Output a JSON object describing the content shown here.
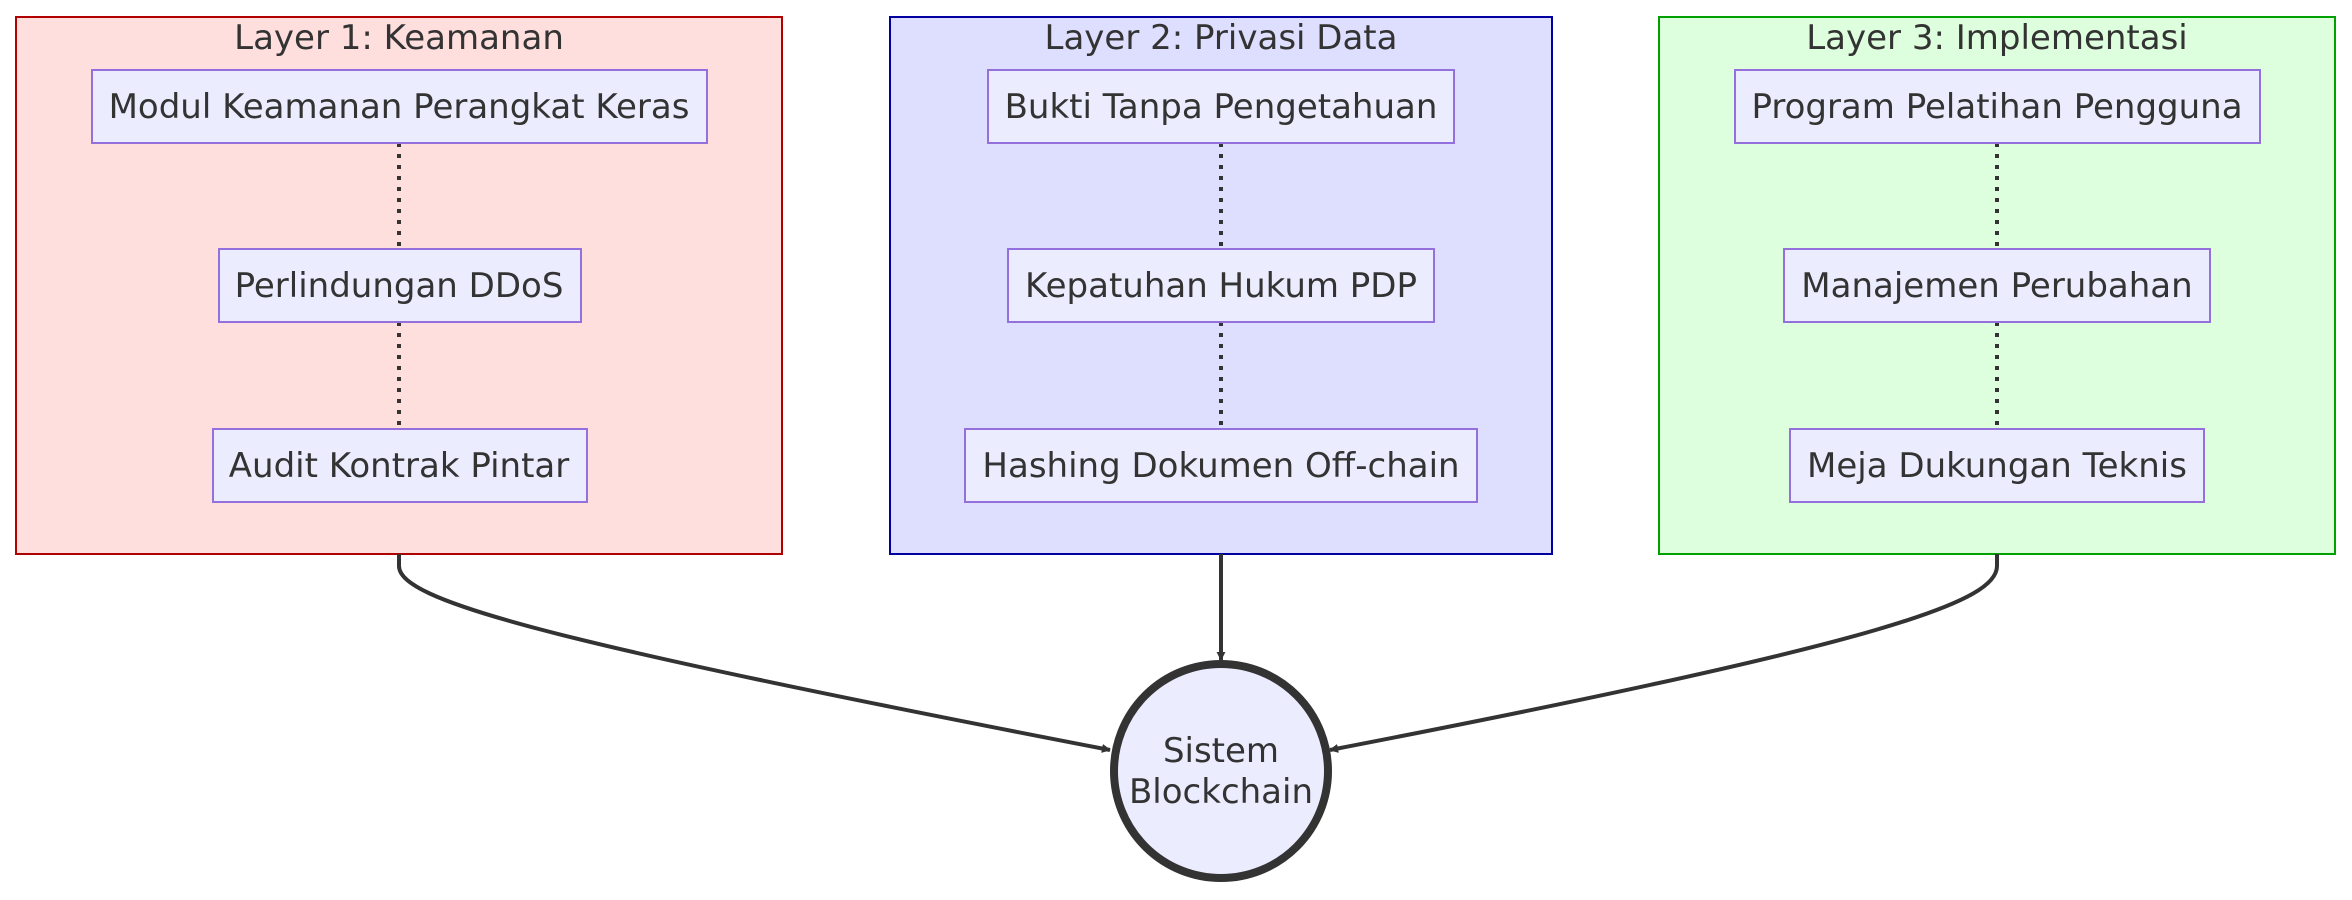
{
  "layers": [
    {
      "title": "Layer 1: Keamanan",
      "fill": "#FFDEDE",
      "stroke": "#B00000",
      "nodes": [
        "Modul Keamanan Perangkat Keras",
        "Perlindungan DDoS",
        "Audit Kontrak Pintar"
      ]
    },
    {
      "title": "Layer 2: Privasi Data",
      "fill": "#DEDEFF",
      "stroke": "#0000A0",
      "nodes": [
        "Bukti Tanpa Pengetahuan",
        "Kepatuhan Hukum PDP",
        "Hashing Dokumen Off-chain"
      ]
    },
    {
      "title": "Layer 3: Implementasi",
      "fill": "#DEFFDE",
      "stroke": "#00A000",
      "nodes": [
        "Program Pelatihan Pengguna",
        "Manajemen Perubahan",
        "Meja Dukungan Teknis"
      ]
    }
  ],
  "target": {
    "line1": "Sistem",
    "line2": "Blockchain"
  },
  "colors": {
    "node_fill": "#ECECFF",
    "node_stroke": "#9370DB",
    "edge": "#333333",
    "text": "#333333"
  }
}
